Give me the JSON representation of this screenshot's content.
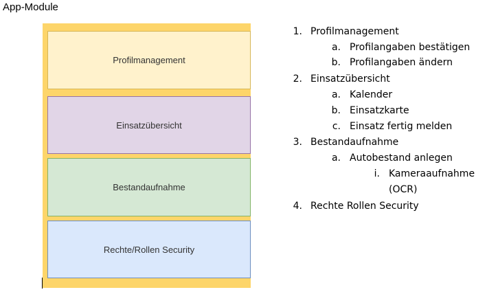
{
  "title": "App-Module",
  "colors": {
    "container": "#fdd56a",
    "module_border_profil": "#d6b656",
    "module_border_einsatz": "#9673a6",
    "module_border_bestand": "#82b366",
    "module_border_rechte": "#6c8ebf"
  },
  "diagram": {
    "modules": [
      {
        "label": "Profilmanagement",
        "fill": "#fff2cc",
        "border": "#d6b656"
      },
      {
        "label": "Einsatzübersicht",
        "fill": "#e1d5e7",
        "border": "#9673a6"
      },
      {
        "label": "Bestandaufnahme",
        "fill": "#d5e8d4",
        "border": "#82b366"
      },
      {
        "label": "Rechte/Rollen Security",
        "fill": "#dae8fc",
        "border": "#6c8ebf"
      }
    ]
  },
  "outline": [
    {
      "marker": "1.",
      "text": "Profilmanagement"
    },
    {
      "marker": "a.",
      "text": "Profilangaben bestätigen"
    },
    {
      "marker": "b.",
      "text": "Profilangaben ändern"
    },
    {
      "marker": "2.",
      "text": "Einsatzübersicht"
    },
    {
      "marker": "a.",
      "text": "Kalender"
    },
    {
      "marker": "b.",
      "text": "Einsatzkarte"
    },
    {
      "marker": "c.",
      "text": "Einsatz fertig melden"
    },
    {
      "marker": "3.",
      "text": "Bestandaufnahme"
    },
    {
      "marker": "a.",
      "text": "Autobestand anlegen"
    },
    {
      "marker": "i.",
      "text": "Kameraaufnahme"
    },
    {
      "marker": "",
      "text": "(OCR)"
    },
    {
      "marker": "4.",
      "text": "Rechte Rollen Security"
    }
  ]
}
